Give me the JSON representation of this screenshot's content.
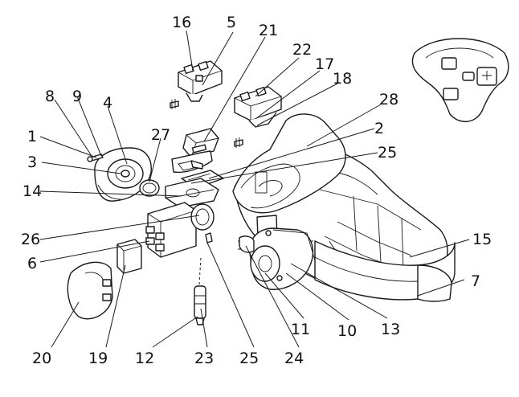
{
  "diagram": {
    "callout_labels": [
      "16",
      "5",
      "21",
      "22",
      "17",
      "18",
      "28",
      "8",
      "9",
      "4",
      "27",
      "1",
      "3",
      "14",
      "2",
      "25",
      "26",
      "6",
      "15",
      "7",
      "20",
      "19",
      "12",
      "23",
      "25",
      "24",
      "11",
      "10",
      "13"
    ]
  },
  "colors": {
    "line": "#1a1a1a",
    "background": "#ffffff"
  }
}
